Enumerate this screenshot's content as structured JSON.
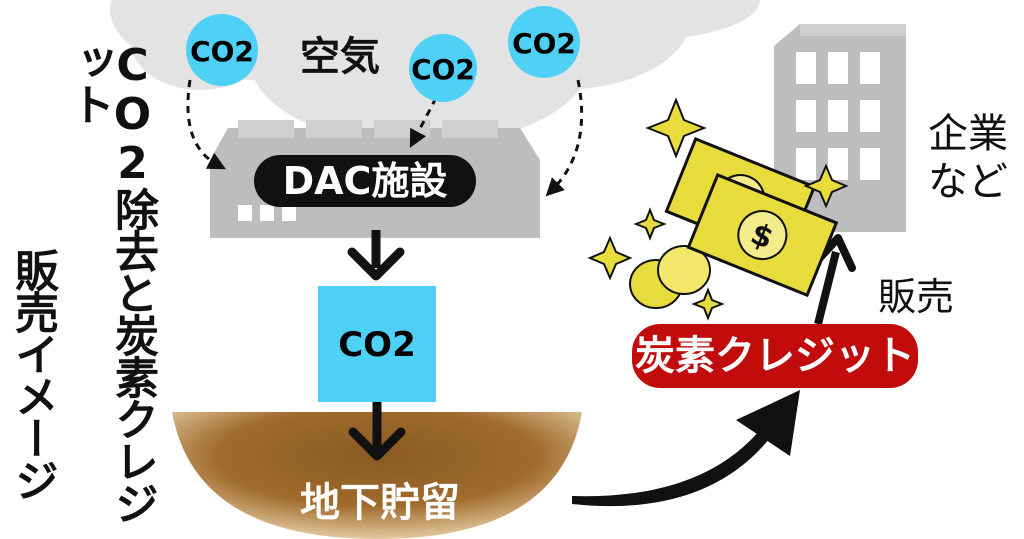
{
  "title": {
    "line1": "CO2除去と炭素クレジット",
    "line2": "販売イメージ"
  },
  "labels": {
    "air": "空気",
    "co2_bubble": "CO2",
    "dac_facility": "DAC施設",
    "co2_box": "CO2",
    "underground_storage": "地下貯留",
    "carbon_credit": "炭素クレジット",
    "sell": "販売",
    "company_line1": "企業",
    "company_line2": "など",
    "currency_symbol": "$"
  },
  "colors": {
    "cloud": "#e3e3e3",
    "co2_blue": "#4fd0f7",
    "building_gray": "#bdbdbd",
    "soil_brown": "#9c6a2c",
    "credit_red": "#c20b0b",
    "money_yellow": "#e8dc3c",
    "black": "#111111"
  }
}
